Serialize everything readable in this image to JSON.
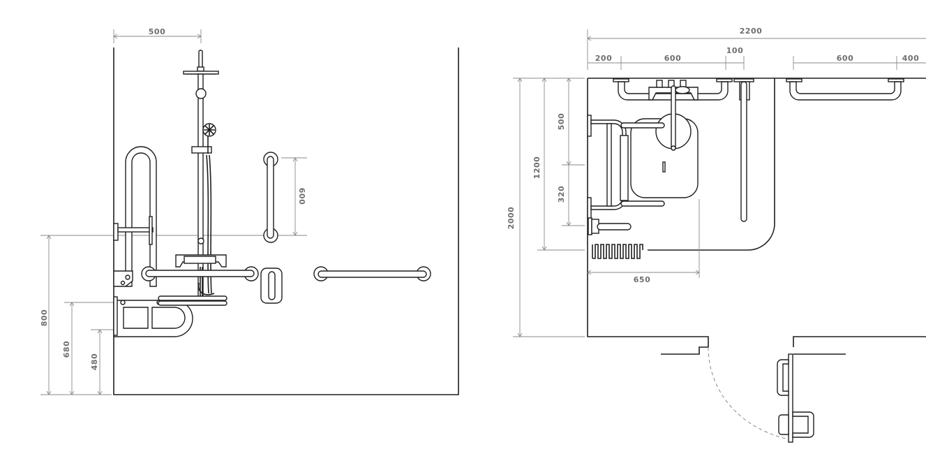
{
  "elevation": {
    "dimensions": {
      "shower_offset": "500",
      "grab_bar_vertical": "600",
      "height_800": "800",
      "height_680": "680",
      "height_480": "480"
    }
  },
  "plan": {
    "dimensions": {
      "total_width": "2200",
      "left_offset": "200",
      "bar_width": "600",
      "gap_100": "100",
      "right_bar_width": "600",
      "right_offset": "400",
      "total_depth": "2000",
      "depth_1200": "1200",
      "seat_500": "500",
      "seat_320": "320",
      "seat_650": "650"
    }
  },
  "colors": {
    "line": "#1e1e1e",
    "dimension": "#8a8a8a",
    "label": "#6e6e6e"
  }
}
